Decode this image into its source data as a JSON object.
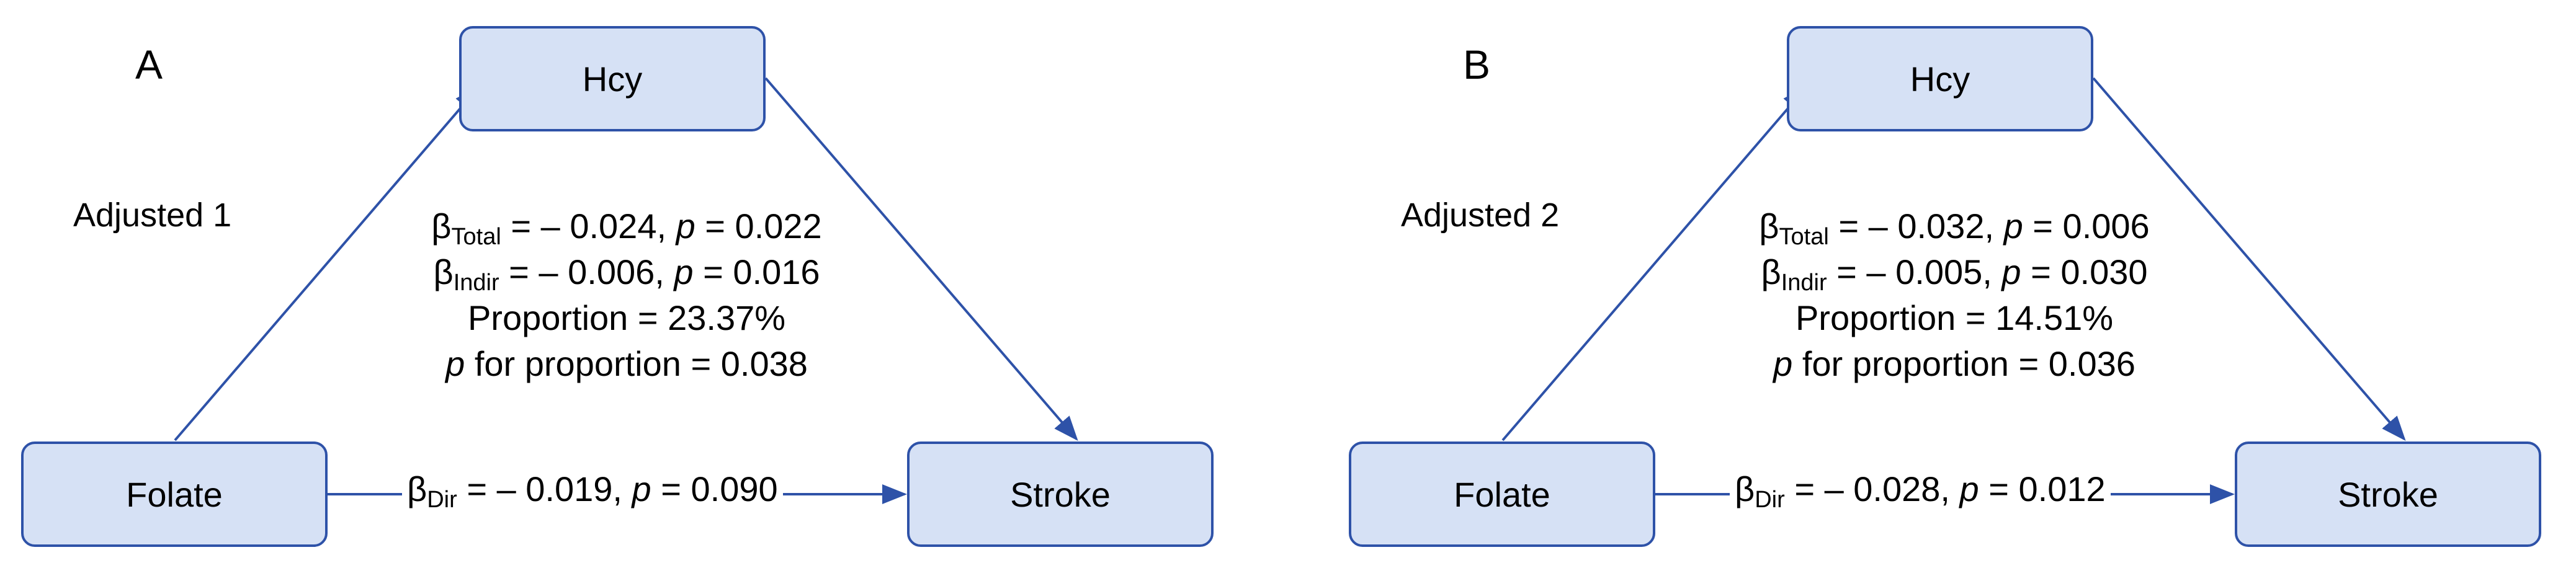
{
  "panels": [
    {
      "letter": "A",
      "model": "Adjusted 1",
      "nodes": {
        "mediator": "Hcy",
        "exposure": "Folate",
        "outcome": "Stroke"
      },
      "beta_symbol": "β",
      "total": {
        "sub": "Total",
        "value": " = – 0.024, ",
        "p_symbol": "p",
        "p_value": " = 0.022"
      },
      "indirect": {
        "sub": "Indir",
        "value": " = – 0.006, ",
        "p_symbol": "p",
        "p_value": " = 0.016"
      },
      "proportion": "Proportion = 23.37%",
      "p_proportion": {
        "p_symbol": "p",
        "text": " for proportion = 0.038"
      },
      "direct": {
        "sub": "Dir",
        "value": " = – 0.019, ",
        "p_symbol": "p",
        "p_value": " = 0.090"
      }
    },
    {
      "letter": "B",
      "model": "Adjusted 2",
      "nodes": {
        "mediator": "Hcy",
        "exposure": "Folate",
        "outcome": "Stroke"
      },
      "beta_symbol": "β",
      "total": {
        "sub": "Total",
        "value": " = – 0.032, ",
        "p_symbol": "p",
        "p_value": " = 0.006"
      },
      "indirect": {
        "sub": "Indir",
        "value": " = – 0.005, ",
        "p_symbol": "p",
        "p_value": " = 0.030"
      },
      "proportion": "Proportion = 14.51%",
      "p_proportion": {
        "p_symbol": "p",
        "text": " for proportion = 0.036"
      },
      "direct": {
        "sub": "Dir",
        "value": " = – 0.028, ",
        "p_symbol": "p",
        "p_value": " = 0.012"
      }
    }
  ],
  "colors": {
    "line": "#2e52a8",
    "box_fill": "#d6e1f5",
    "box_border": "#2e52a8"
  }
}
